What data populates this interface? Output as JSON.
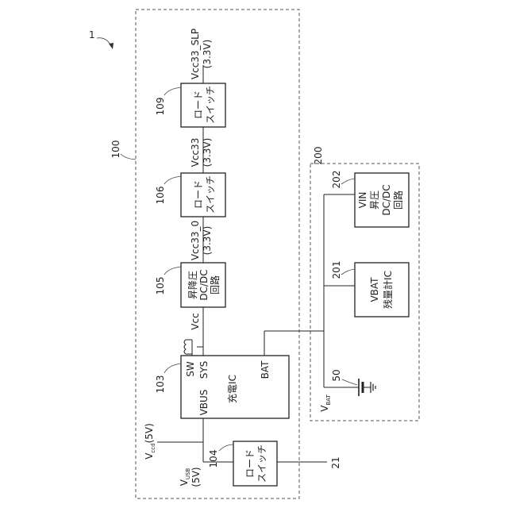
{
  "figure": {
    "ref_number": "1",
    "systems": {
      "sys100": {
        "ref": "100"
      },
      "sys200": {
        "ref": "200"
      }
    },
    "blocks": {
      "b109": {
        "ref": "109",
        "lines": [
          "ロード",
          "スイッチ"
        ]
      },
      "b106": {
        "ref": "106",
        "lines": [
          "ロード",
          "スイッチ"
        ]
      },
      "b105": {
        "ref": "105",
        "lines": [
          "昇降圧",
          "DC/DC",
          "回路"
        ]
      },
      "b103": {
        "ref": "103",
        "title": "充電IC",
        "pins": {
          "sw": "SW",
          "sys": "SYS",
          "vbus": "VBUS",
          "bat": "BAT"
        }
      },
      "b104": {
        "ref": "104",
        "lines": [
          "ロード",
          "スイッチ"
        ]
      },
      "b202": {
        "ref": "202",
        "lines": [
          "VIN",
          "昇圧",
          "DC/DC",
          "回路"
        ]
      },
      "b201": {
        "ref": "201",
        "lines": [
          "VBAT",
          "残量計IC"
        ]
      },
      "batt50": {
        "ref": "50"
      }
    },
    "rails": {
      "vcc33_slp": {
        "name": "Vcc33_SLP",
        "volt": "(3.3V)"
      },
      "vcc33": {
        "name": "Vcc33",
        "volt": "(3.3V)"
      },
      "vcc33_0": {
        "name": "Vcc33_0",
        "volt": "(3.3V)"
      },
      "vcc": {
        "name": "Vcc"
      },
      "vccd": {
        "main": "V",
        "sub": "ccd",
        "volt": "(5V)"
      },
      "vusb": {
        "main": "V",
        "sub": "USB",
        "volt": "(5V)"
      },
      "vbat": {
        "main": "V",
        "sub": "BAT"
      }
    },
    "connector": {
      "ref": "21"
    }
  }
}
